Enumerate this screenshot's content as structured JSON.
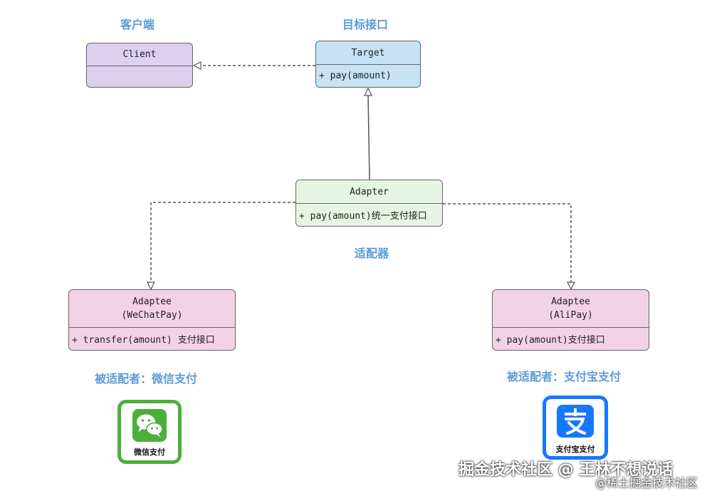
{
  "captions": {
    "client": "客户端",
    "target": "目标接口",
    "adapter": "适配器",
    "adaptee_wechat": "被适配者：微信支付",
    "adaptee_alipay": "被适配者：支付宝支付"
  },
  "boxes": {
    "client": {
      "name": "Client",
      "ops": ""
    },
    "target": {
      "name": "Target",
      "ops": "+ pay(amount)"
    },
    "adapter": {
      "name": "Adapter",
      "ops": "+ pay(amount)统一支付接口"
    },
    "wechat": {
      "name_line1": "Adaptee",
      "name_line2": "(WeChatPay)",
      "ops": "+ transfer(amount) 支付接口"
    },
    "alipay": {
      "name_line1": "Adaptee",
      "name_line2": "(AliPay)",
      "ops": "+ pay(amount)支付接口"
    }
  },
  "icons": {
    "wechat": {
      "name": "wechat-app-icon",
      "label": "微信支付",
      "color": "#4caf3a"
    },
    "alipay": {
      "name": "alipay-app-icon",
      "label": "支付宝支付",
      "color": "#1677ff"
    }
  },
  "watermarks": {
    "main": "掘金技术社区 @ 王林不想说话",
    "sub": "@稀土掘金技术社区"
  }
}
